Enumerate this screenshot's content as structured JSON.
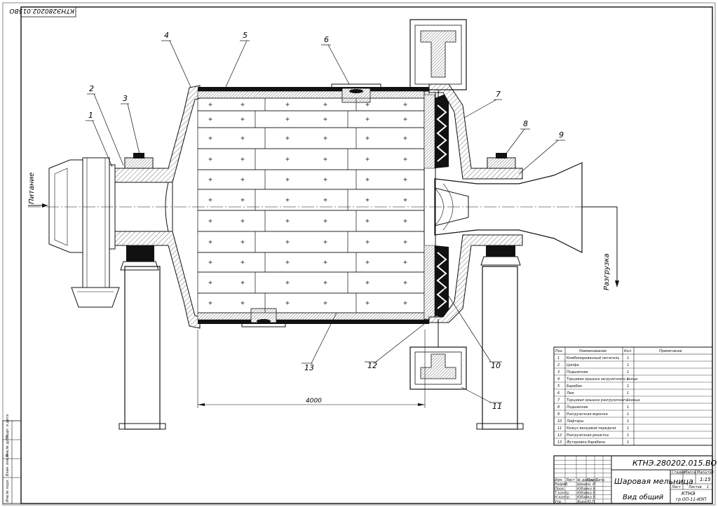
{
  "doc": {
    "stamp_code_rotated": "КТНЭ280202.015ВО",
    "title_code": "КТНЭ.280202.015.ВО",
    "title_name": "Шаровая мельница",
    "title_view": "Вид общий",
    "scale": "1:15",
    "sheet_label": "Лист",
    "sheets_label": "Листов",
    "sheets_count": "1",
    "stage_label": "Стадия",
    "mass_label": "Масса",
    "scale_label": "Масштаб",
    "org": "КТНЭ",
    "group": "гр.ОП-11-ИЭП",
    "feed_label": "Питание",
    "discharge_label": "Разгрузка",
    "dimension": "4000"
  },
  "callouts": [
    "1",
    "2",
    "3",
    "4",
    "5",
    "6",
    "7",
    "8",
    "9",
    "10",
    "11",
    "12",
    "13"
  ],
  "spec_table": {
    "headers": [
      "Поз.",
      "Наименование",
      "Кол.",
      "Примечание"
    ],
    "rows": [
      {
        "pos": "1",
        "name": "Комбинированный питатель",
        "qty": "1"
      },
      {
        "pos": "2",
        "name": "Цапфа",
        "qty": "1"
      },
      {
        "pos": "3",
        "name": "Подшипник",
        "qty": "1"
      },
      {
        "pos": "4",
        "name": "Торцевая крышка загрузочного конца",
        "qty": "1"
      },
      {
        "pos": "5",
        "name": "Барабан",
        "qty": "1"
      },
      {
        "pos": "6",
        "name": "Люк",
        "qty": "1"
      },
      {
        "pos": "7",
        "name": "Торцевая крышка разгрузочного конца",
        "qty": "1"
      },
      {
        "pos": "8",
        "name": "Подшипник",
        "qty": "1"
      },
      {
        "pos": "9",
        "name": "Разгрузочная воронка",
        "qty": "1"
      },
      {
        "pos": "10",
        "name": "Лифтеры",
        "qty": "1"
      },
      {
        "pos": "11",
        "name": "Кожух венцовой передачи",
        "qty": "1"
      },
      {
        "pos": "12",
        "name": "Разгрузочная решетка",
        "qty": "1"
      },
      {
        "pos": "13",
        "name": "Футеровка барабана",
        "qty": "1"
      }
    ]
  },
  "title_block_roles": [
    {
      "role": "Изм.",
      "name": "",
      "sign": "",
      "date": ""
    },
    {
      "role": "Разраб.",
      "name": "Шешко, И.",
      "sign": "",
      "date": ""
    },
    {
      "role": "Пров.",
      "name": "Юбайко В.",
      "sign": "",
      "date": ""
    },
    {
      "role": "Т.контр.",
      "name": "Юбайко В.",
      "sign": "",
      "date": ""
    },
    {
      "role": "Н.контр.",
      "name": "Юбайко В.",
      "sign": "",
      "date": ""
    },
    {
      "role": "Утв.",
      "name": "Ясин Ю.П.",
      "sign": "",
      "date": ""
    }
  ],
  "title_block_headers": [
    "Изм.",
    "Лист",
    "№ докум.",
    "Подп.",
    "Дата"
  ],
  "side_margin_labels": [
    "Инв.№ подл.",
    "Подп. и дата",
    "Взам. инв.№",
    "Инв.№ дубл.",
    "Подп. и дата"
  ]
}
